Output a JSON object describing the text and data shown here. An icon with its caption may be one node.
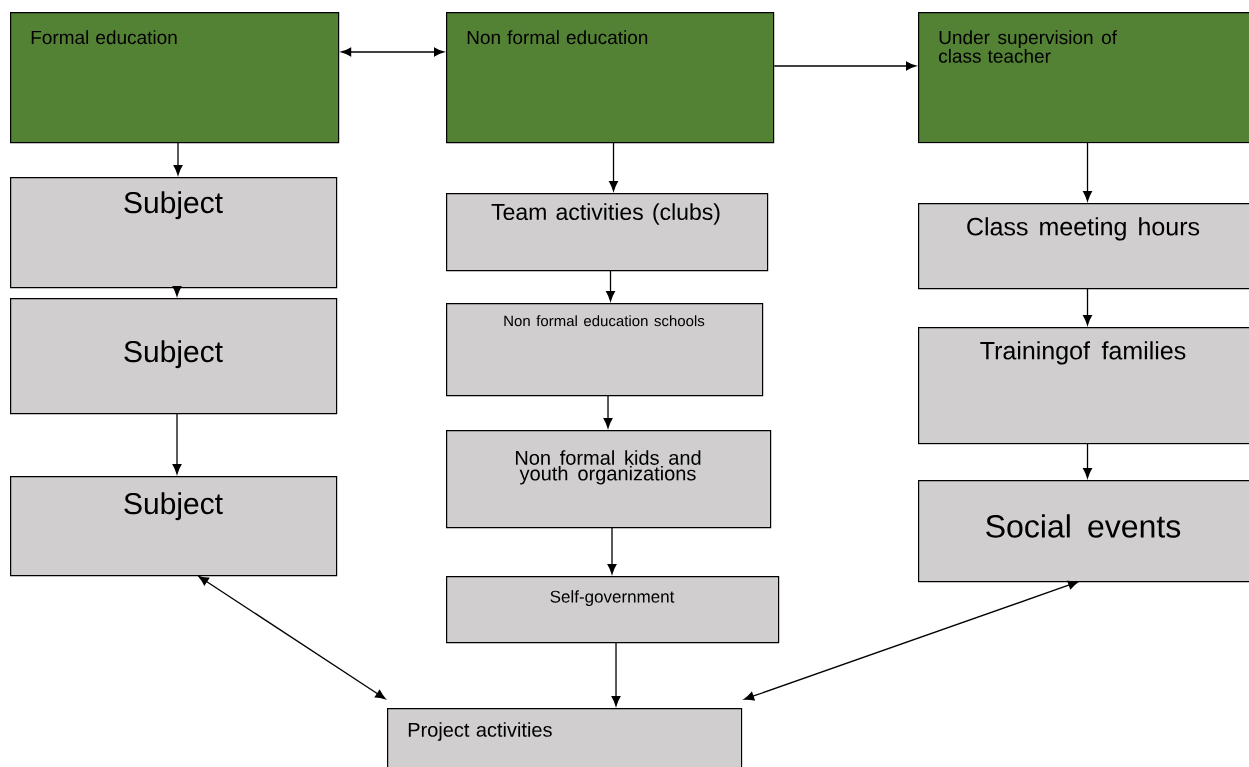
{
  "diagram": {
    "nodes": [
      {
        "text": [
          "Formal education"
        ]
      },
      {
        "text": [
          "Non formal education"
        ]
      },
      {
        "text": [
          "Under supervision of class teacher"
        ]
      },
      {
        "text": [
          "Subject"
        ]
      },
      {
        "text": [
          "Subject"
        ]
      },
      {
        "text": [
          "Subject"
        ]
      },
      {
        "text": [
          "Team activities (clubs)"
        ]
      },
      {
        "text": [
          "Non formal education schools"
        ]
      },
      {
        "text": [
          "Non formal kids and youth organizations"
        ]
      },
      {
        "text": [
          "Self-government"
        ]
      },
      {
        "text": [
          "Project activities"
        ]
      },
      {
        "text": [
          "Class meeting hours"
        ]
      },
      {
        "text": [
          "Trainingof families"
        ]
      },
      {
        "text": [
          "Social events"
        ]
      }
    ],
    "edges": [
      {
        "from": 0,
        "to": 1,
        "arrow": "both"
      },
      {
        "from": 1,
        "to": 2,
        "arrow": "to"
      },
      {
        "from": 0,
        "to": 3,
        "arrow": "to"
      },
      {
        "from": 3,
        "to": 4,
        "arrow": "to"
      },
      {
        "from": 4,
        "to": 5,
        "arrow": "to"
      },
      {
        "from": 1,
        "to": 6,
        "arrow": "to"
      },
      {
        "from": 6,
        "to": 7,
        "arrow": "to"
      },
      {
        "from": 7,
        "to": 8,
        "arrow": "to"
      },
      {
        "from": 8,
        "to": 9,
        "arrow": "to"
      },
      {
        "from": 9,
        "to": 10,
        "arrow": "to"
      },
      {
        "from": 2,
        "to": 11,
        "arrow": "to"
      },
      {
        "from": 11,
        "to": 12,
        "arrow": "to"
      },
      {
        "from": 12,
        "to": 13,
        "arrow": "to"
      },
      {
        "from": 5,
        "to": 10,
        "arrow": "both"
      },
      {
        "from": 13,
        "to": 10,
        "arrow": "both"
      }
    ]
  }
}
